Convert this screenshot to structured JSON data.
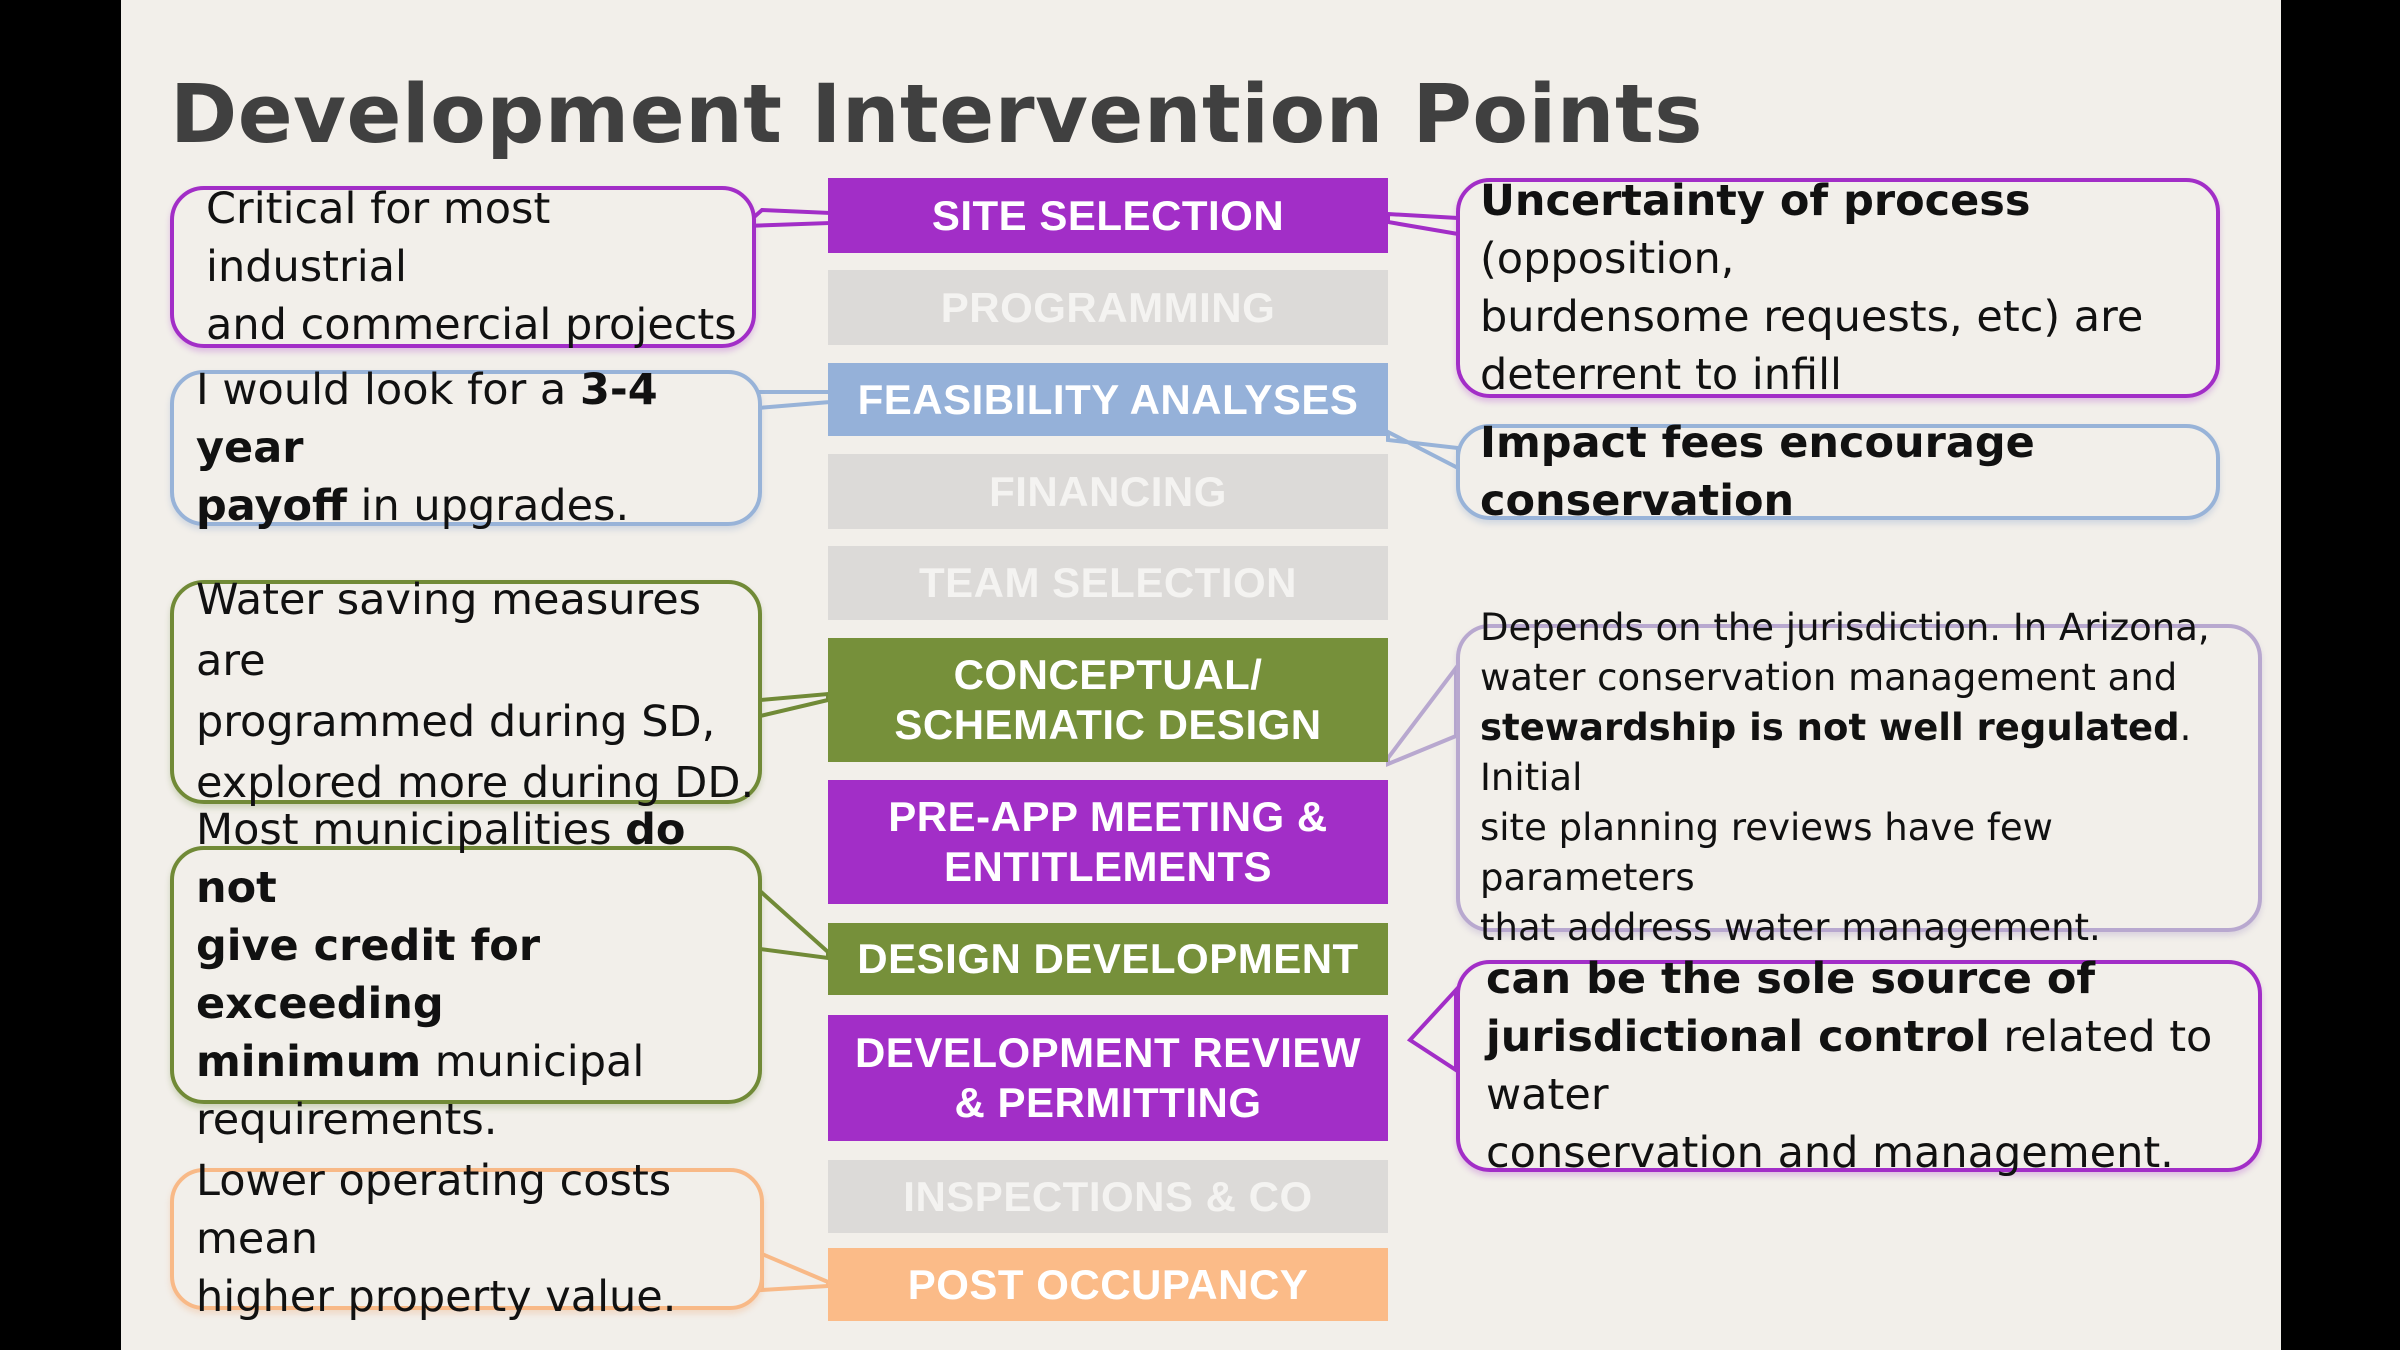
{
  "title": "Development Intervention Points",
  "stages": [
    "SITE SELECTION",
    "PROGRAMMING",
    "FEASIBILITY ANALYSES",
    "FINANCING",
    "TEAM SELECTION",
    [
      "CONCEPTUAL/",
      "SCHEMATIC DESIGN"
    ],
    [
      "PRE-APP MEETING &",
      "ENTITLEMENTS"
    ],
    "DESIGN DEVELOPMENT",
    [
      "DEVELOPMENT REVIEW",
      "& PERMITTING"
    ],
    "INSPECTIONS & CO",
    "POST OCCUPANCY"
  ],
  "left_callouts": [
    [
      "Critical for most industrial",
      "and commercial projects"
    ],
    [
      "I would look for a ",
      "3-4 year",
      "payoff",
      " in upgrades."
    ],
    [
      "Water saving measures are",
      "programmed during SD,",
      "explored more during DD."
    ],
    [
      "Most municipalities ",
      "do not",
      "give credit for exceeding",
      "minimum",
      " municipal",
      "requirements."
    ],
    [
      "Lower operating costs mean",
      "higher property value."
    ]
  ],
  "right_callouts": [
    [
      "Uncertainty of process",
      " (opposition,",
      "burdensome requests, etc) are",
      "deterrent to infill"
    ],
    [
      "Impact fees encourage conservation"
    ],
    [
      "Depends on the jurisdiction. In Arizona,",
      "water conservation management and",
      "stewardship is not well regulated",
      ". Initial",
      "site planning reviews have few parameters",
      "that address water management."
    ],
    [
      "can be the sole source of",
      "jurisdictional control",
      " related to water",
      "conservation and management."
    ]
  ],
  "colors": {
    "purple": "#a22ec7",
    "grey": "#dcdad8",
    "blue": "#95b1d9",
    "green": "#76903a",
    "orange": "#fbbb88",
    "lavender": "#b8a8cf",
    "background": "#f2efea"
  }
}
